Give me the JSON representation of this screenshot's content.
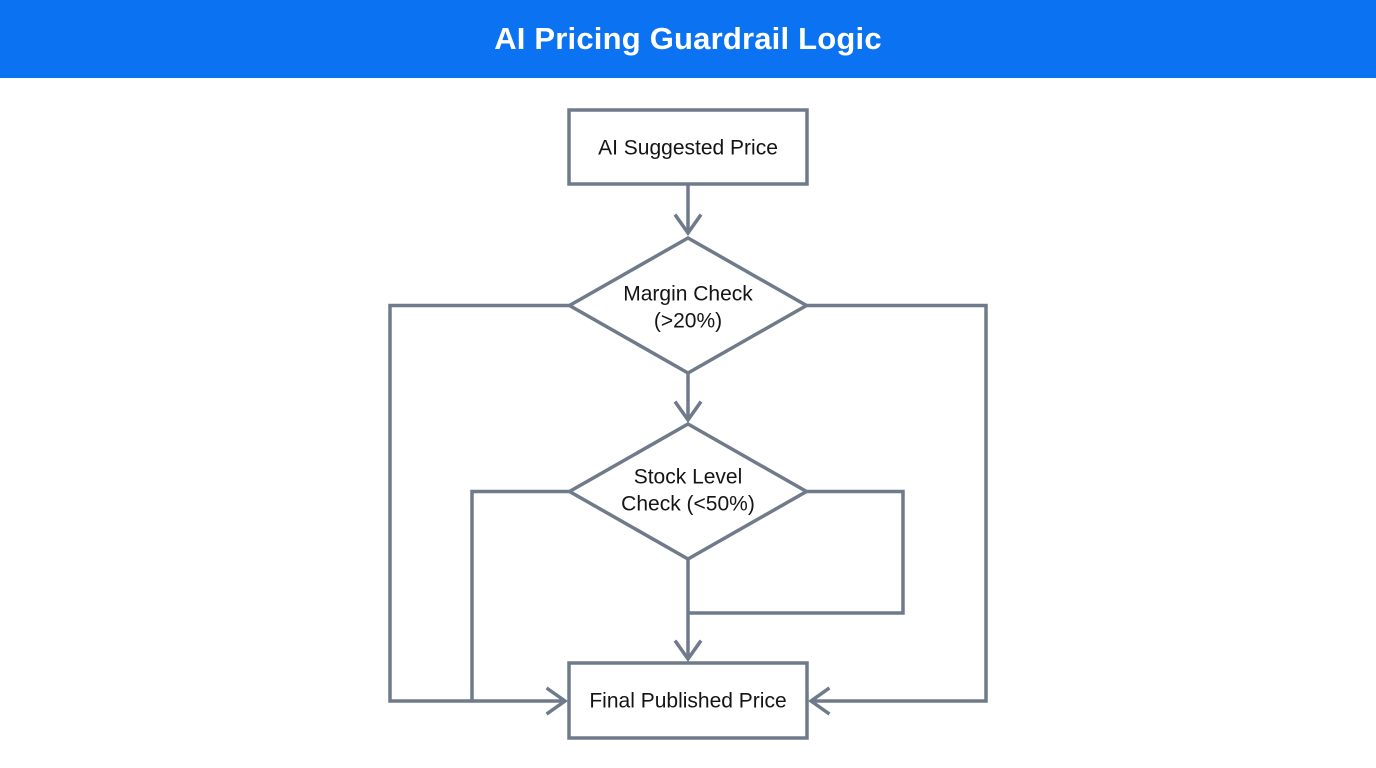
{
  "header": {
    "title": "AI Pricing Guardrail Logic"
  },
  "colors": {
    "header_background": "#0b72f2",
    "header_text": "#ffffff",
    "connector_line": "#6f7b8a",
    "node_border": "#6f7b8a",
    "node_background": "#ffffff",
    "node_text": "#141414"
  },
  "flowchart": {
    "nodes": [
      {
        "id": "ai-suggested-price",
        "type": "rect",
        "lines": [
          "AI Suggested Price"
        ]
      },
      {
        "id": "margin-check",
        "type": "diamond",
        "lines": [
          "Margin Check",
          "(>20%)"
        ]
      },
      {
        "id": "stock-level-check",
        "type": "diamond",
        "lines": [
          "Stock Level",
          "Check (<50%)"
        ]
      },
      {
        "id": "final-published-price",
        "type": "rect",
        "lines": [
          "Final Published Price"
        ]
      }
    ],
    "edges": [
      {
        "from": "ai-suggested-price",
        "to": "margin-check",
        "route": "straight-down"
      },
      {
        "from": "margin-check",
        "to": "stock-level-check",
        "route": "straight-down"
      },
      {
        "from": "stock-level-check",
        "to": "final-published-price",
        "route": "straight-down"
      },
      {
        "from": "margin-check",
        "to": "final-published-price",
        "route": "outer-left-bypass"
      },
      {
        "from": "margin-check",
        "to": "final-published-price",
        "route": "outer-right-bypass"
      },
      {
        "from": "stock-level-check",
        "to": "final-published-price",
        "route": "inner-left-bypass"
      },
      {
        "from": "stock-level-check",
        "to": "final-published-price",
        "route": "inner-right-loop"
      }
    ]
  }
}
